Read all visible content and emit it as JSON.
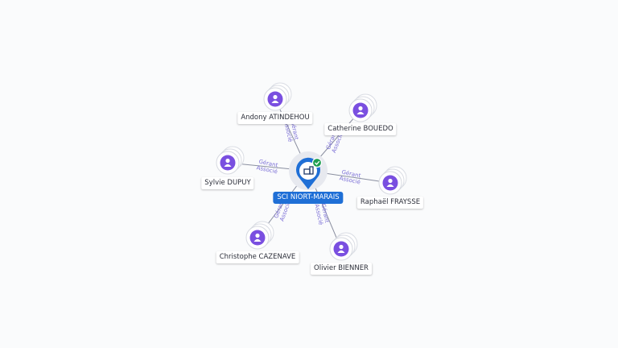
{
  "center": {
    "name": "SCI NIORT-MARAIS",
    "icon": "building-icon",
    "badge_icon": "check-icon",
    "colors": {
      "pin": "#1f6fd6",
      "badge": "#1e9e50",
      "label_bg": "#1f6fd6"
    }
  },
  "people": [
    {
      "id": "andony",
      "name": "Andony ATINDEHOU",
      "roles": [
        "Gérant",
        "Associé"
      ]
    },
    {
      "id": "catherine",
      "name": "Catherine BOUEDO",
      "roles": [
        "Gérant",
        "Associé"
      ]
    },
    {
      "id": "sylvie",
      "name": "Sylvie DUPUY",
      "roles": [
        "Gérant",
        "Associé"
      ]
    },
    {
      "id": "raphael",
      "name": "Raphaël FRAYSSE",
      "roles": [
        "Gérant",
        "Associé"
      ]
    },
    {
      "id": "christophe",
      "name": "Christophe CAZENAVE",
      "roles": [
        "Gérant",
        "Associé"
      ]
    },
    {
      "id": "olivier",
      "name": "Olivier BIENNER",
      "roles": [
        "Gérant",
        "Associé"
      ]
    }
  ],
  "colors": {
    "person_node": "#7a4fe0",
    "relation_text": "#7b6fd6",
    "edge": "#8a8fa0"
  }
}
